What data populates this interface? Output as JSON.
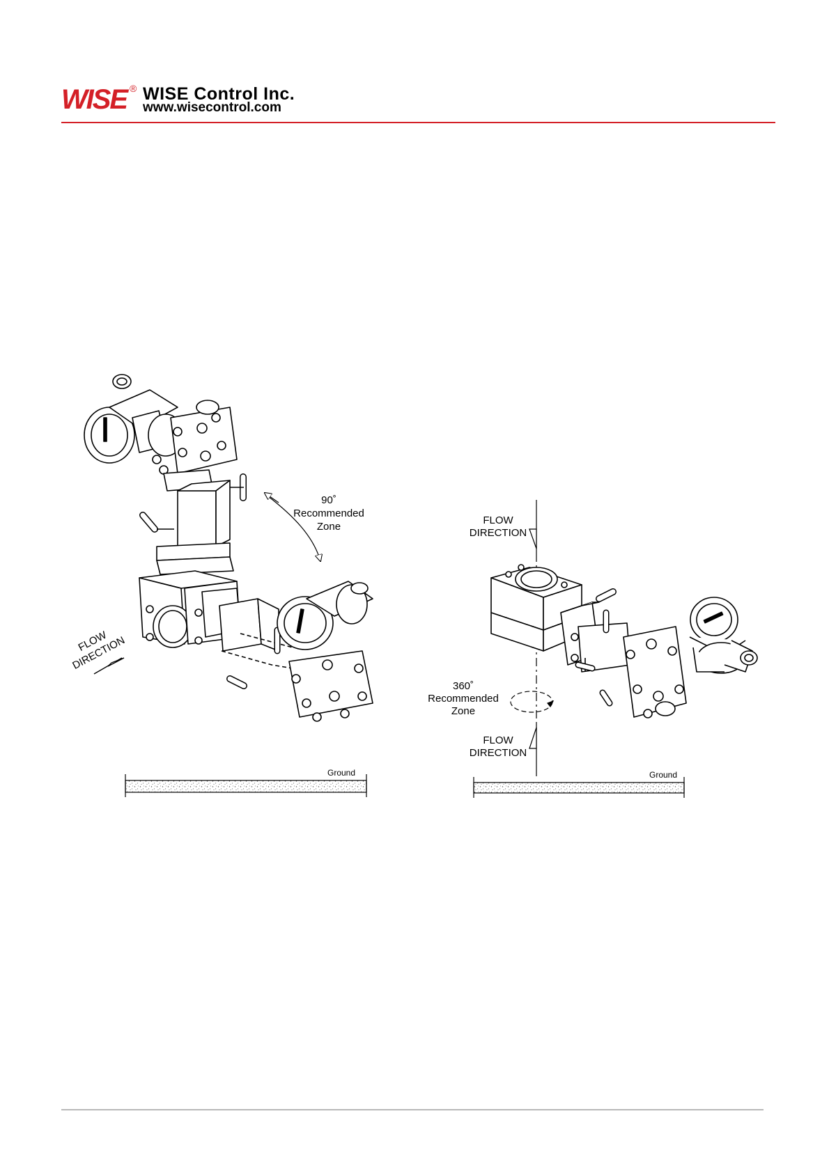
{
  "header": {
    "logo_text": "WISE",
    "registered_mark": "®",
    "company_name": "WISE Control Inc.",
    "website": "www.wisecontrol.com",
    "accent_color": "#d42027"
  },
  "figure_left": {
    "zone_angle": "90˚",
    "zone_line1": "Recommended",
    "zone_line2": "Zone",
    "flow_line1": "FLOW",
    "flow_line2": "DIRECTION",
    "ground_label": "Ground"
  },
  "figure_right": {
    "flow_top_line1": "FLOW",
    "flow_top_line2": "DIRECTION",
    "zone_angle": "360˚",
    "zone_line1": "Recommended",
    "zone_line2": "Zone",
    "flow_bottom_line1": "FLOW",
    "flow_bottom_line2": "DIRECTION",
    "ground_label": "Ground"
  }
}
